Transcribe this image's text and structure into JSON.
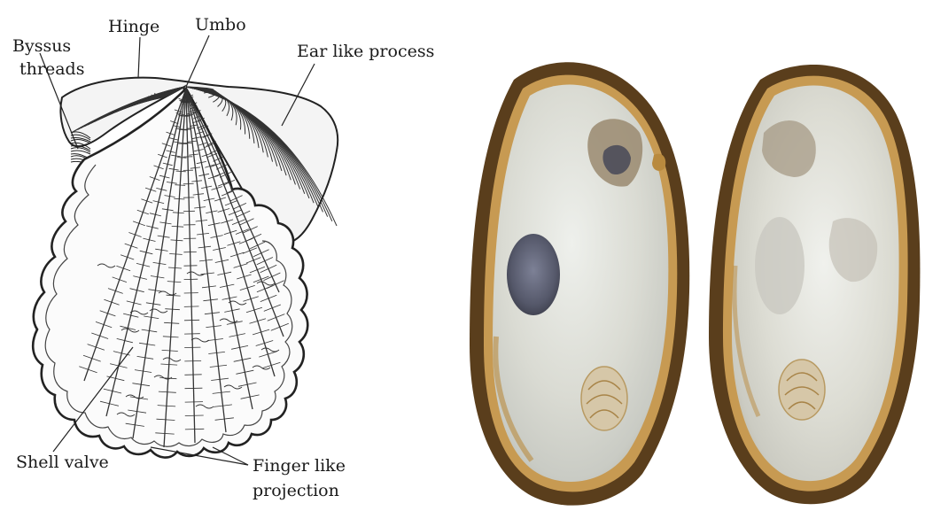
{
  "diagram": {
    "labels": {
      "byssus": [
        "Byssus",
        "threads"
      ],
      "hinge": "Hinge",
      "umbo": "Umbo",
      "ear": "Ear like process",
      "shell_valve": "Shell valve",
      "finger": [
        "Finger like",
        "projection"
      ]
    }
  },
  "photo": {
    "colors": {
      "rim": "#5a3e1c",
      "nacre": "#dcdcd2",
      "scar": "#5b5e70",
      "stain": "#b98a3e"
    }
  }
}
